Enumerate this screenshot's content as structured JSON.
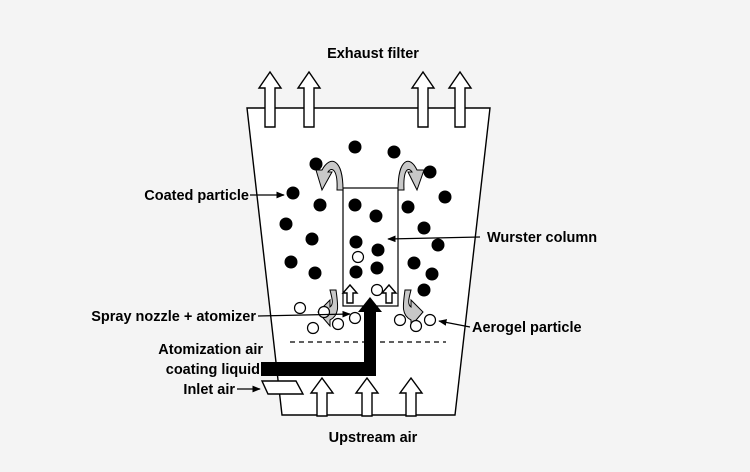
{
  "labels": {
    "exhaust_filter": "Exhaust filter",
    "coated_particle": "Coated particle",
    "wurster_column": "Wurster column",
    "spray_nozzle": "Spray nozzle + atomizer",
    "aerogel_particle": "Aerogel particle",
    "atomization_air": "Atomization air",
    "coating_liquid": "coating liquid",
    "inlet_air": "Inlet air",
    "upstream_air": "Upstream air"
  },
  "colors": {
    "background": "#f4f4f4",
    "stroke": "#000000",
    "vessel_fill": "#ffffff",
    "curved_arrow_fill": "#c8c8c8"
  }
}
